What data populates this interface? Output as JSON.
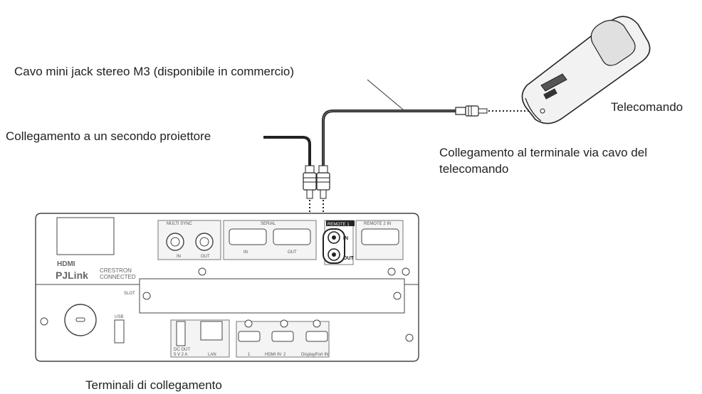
{
  "labels": {
    "cable": "Cavo mini jack stereo M3 (disponibile in commercio)",
    "remote": "Telecomando",
    "second_projector": "Collegamento a un secondo proiettore",
    "wired_terminal_line1": "Collegamento al terminale via cavo del",
    "wired_terminal_line2": "telecomando",
    "terminals": "Terminali di collegamento"
  },
  "panel": {
    "multi_sync": "MULTI SYNC",
    "serial": "SERIAL",
    "remote1": "REMOTE 1",
    "remote2_in": "REMOTE 2 IN",
    "in": "IN",
    "out": "OUT",
    "slot": "SLOT",
    "usb": "USB",
    "dc_out": "DC OUT",
    "dc_out_spec": "5 V  2 A",
    "lan": "LAN",
    "hdmi_in": "HDMI IN",
    "hdmi_1": "1",
    "hdmi_2": "2",
    "displayport_in": "DisplayPort IN",
    "hdmi_logo": "HDMI",
    "pjlink_logo": "PJLink",
    "crestron_1": "CRESTRON",
    "crestron_2": "CONNECTED"
  }
}
